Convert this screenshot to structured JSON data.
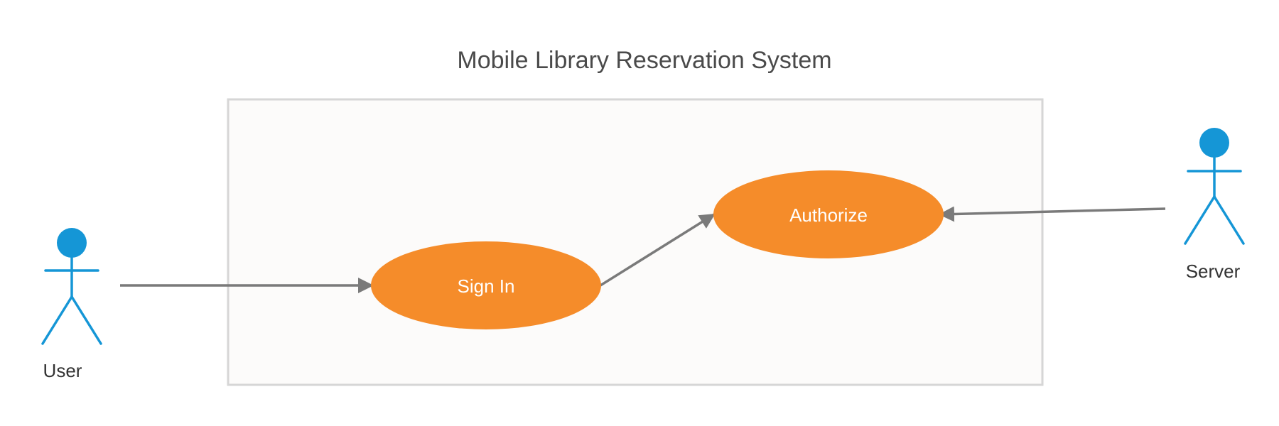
{
  "diagram": {
    "title": "Mobile Library Reservation System",
    "actors": [
      {
        "id": "user",
        "label": "User"
      },
      {
        "id": "server",
        "label": "Server"
      }
    ],
    "use_cases": [
      {
        "id": "sign-in",
        "label": "Sign In"
      },
      {
        "id": "authorize",
        "label": "Authorize"
      }
    ],
    "connections": [
      {
        "from": "User",
        "to": "Sign In"
      },
      {
        "from": "Sign In",
        "to": "Authorize"
      },
      {
        "from": "Server",
        "to": "Authorize"
      }
    ],
    "colors": {
      "use_case_fill": "#f58c2a",
      "actor": "#1596d6",
      "system_fill": "#fcfbfa",
      "system_border": "#d6d6d6",
      "arrow": "#7a7a7a",
      "title": "#4a4a4a"
    }
  }
}
